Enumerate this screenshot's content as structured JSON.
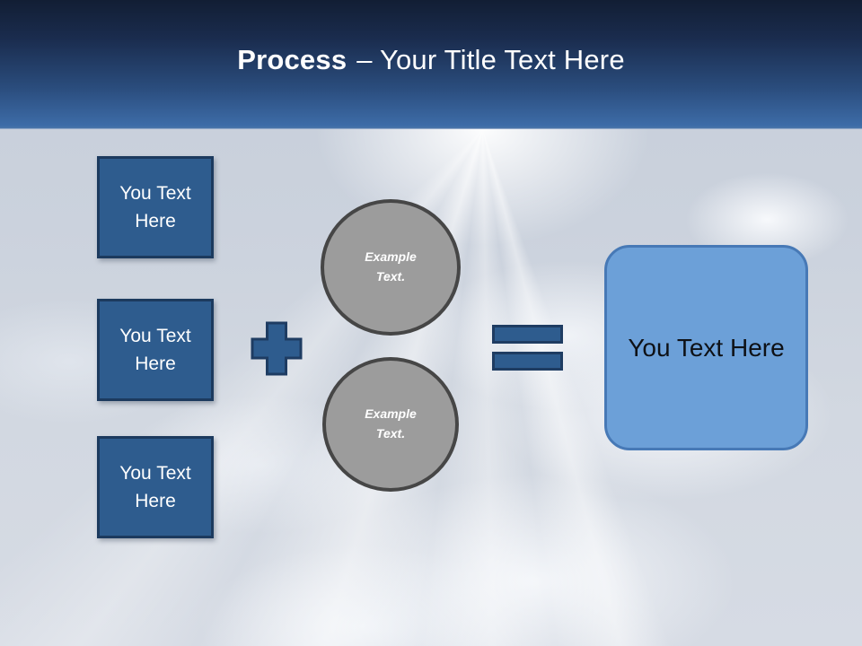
{
  "slide": {
    "header": {
      "title_bold": "Process",
      "title_rest": "– Your Title Text Here"
    },
    "left_boxes": [
      {
        "label": "You Text Here"
      },
      {
        "label": "You Text Here"
      },
      {
        "label": "You Text Here"
      }
    ],
    "operators": {
      "plus_icon": "plus",
      "equals_icon": "equals"
    },
    "circles": [
      {
        "lines": [
          "Example",
          "Text."
        ]
      },
      {
        "lines": [
          "Example",
          "Text."
        ]
      }
    ],
    "result_box": {
      "label": "You Text Here"
    },
    "colors": {
      "header_gradient_top": "#121E34",
      "header_gradient_bottom": "#3D6CA8",
      "title_text": "#FFFFFF",
      "step_box_fill": "#2E5C8E",
      "step_box_border": "#1C3A5E",
      "operator_fill": "#2E5C8E",
      "operator_border": "#1E3C62",
      "circle_fill": "#9C9C9C",
      "circle_border": "#464646",
      "result_fill": "#6CA0D8",
      "result_border": "#4779B6",
      "result_text": "#0E1116",
      "sky_base": "#CBD2DD"
    }
  }
}
